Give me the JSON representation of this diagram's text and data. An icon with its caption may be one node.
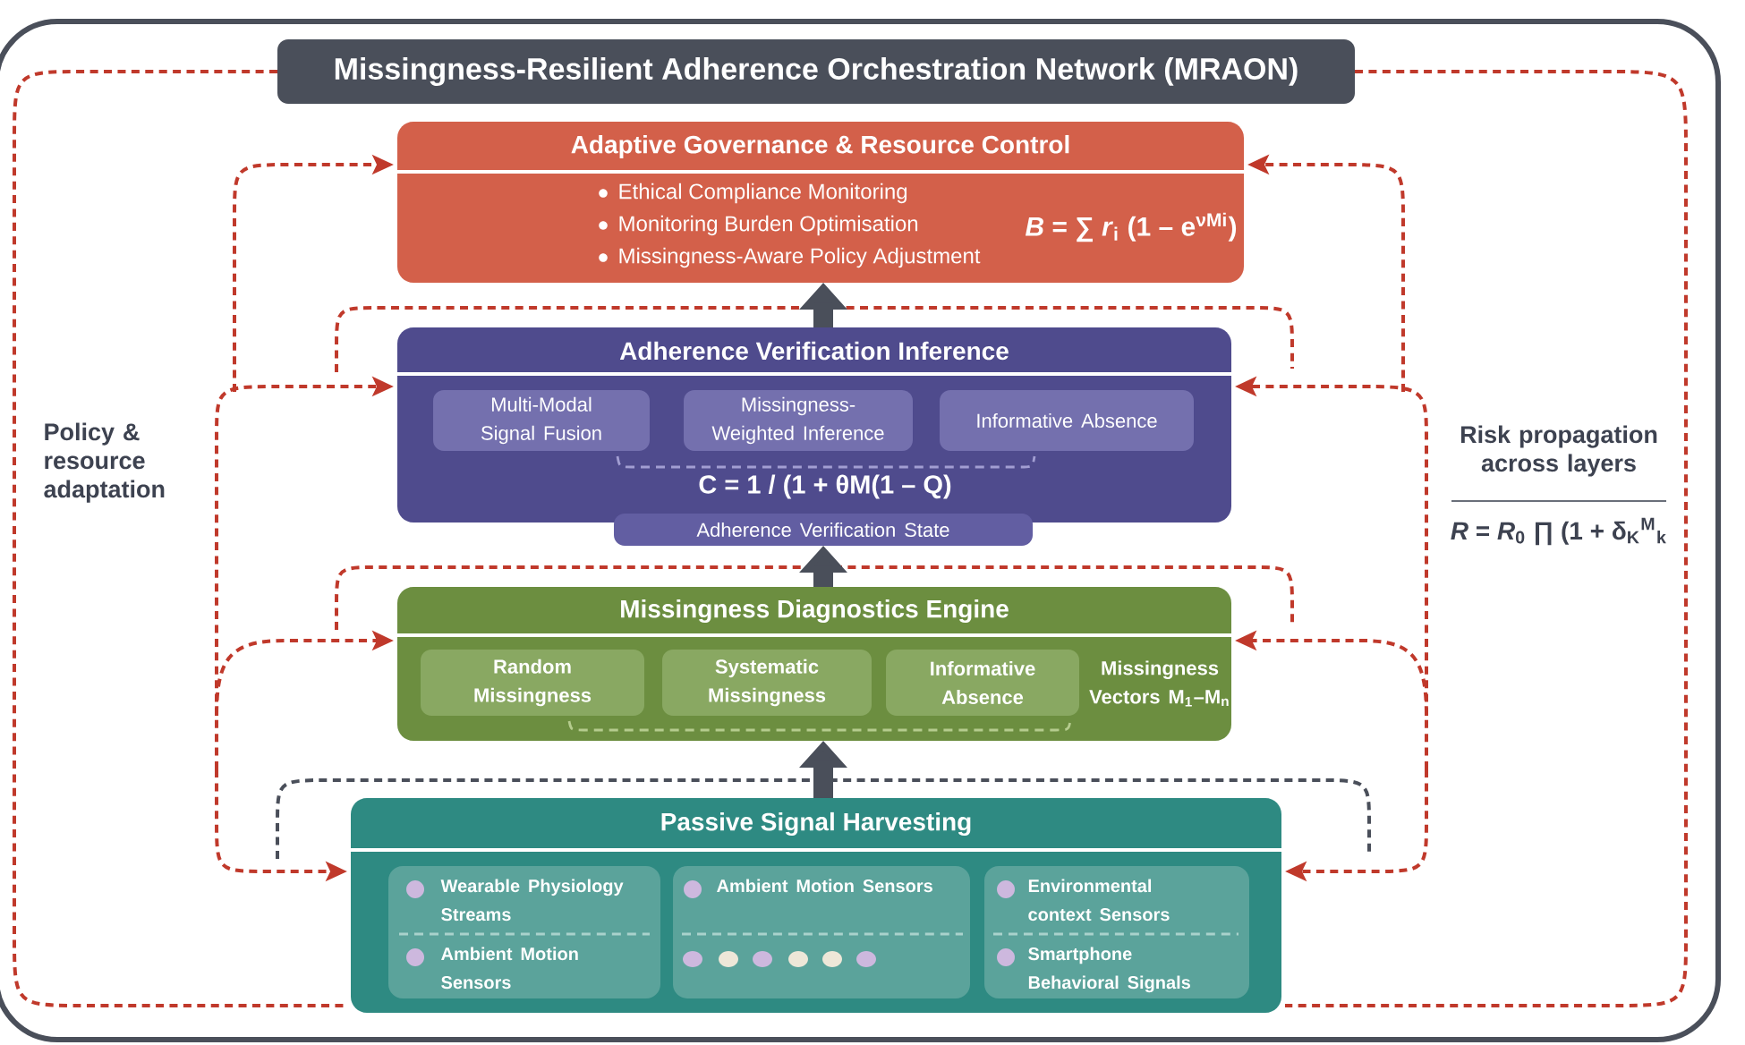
{
  "diagram": {
    "nodes": [
      {
        "text": [
          "Missingness-Resilient Adherence Orchestration Network (MRAON)"
        ]
      },
      {
        "text": [
          "Adaptive Governance & Resource Control",
          "Ethical Compliance Monitoring",
          "Monitoring Burden Optimisation",
          "Missingness-Aware Policy Adjustment",
          "*B* = ∑ *r*$_{i}$ (1 – e$^{νMi}$)"
        ]
      },
      {
        "text": [
          "Adherence Verification Inference",
          "C = 1 / (1 + θM(1 – Q)"
        ]
      },
      {
        "text": [
          "Multi-Modal Signal Fusion"
        ],
        "in": 2
      },
      {
        "text": [
          "Missingness-Weighted Inference"
        ],
        "in": 2
      },
      {
        "text": [
          "Informative Absence"
        ],
        "in": 2
      },
      {
        "text": [
          "Adherence Verification State"
        ]
      },
      {
        "text": [
          "Missingness Diagnostics Engine",
          "Missingness Vectors M$_{1}$–M$_{n}$"
        ]
      },
      {
        "text": [
          "Random Missingness"
        ],
        "in": 7
      },
      {
        "text": [
          "Systematic Missingness"
        ],
        "in": 7
      },
      {
        "text": [
          "Informative Absence"
        ],
        "in": 7
      },
      {
        "text": [
          "Passive Signal Harvesting"
        ]
      },
      {
        "text": [
          "Wearable Physiology Streams",
          "Ambient Motion Sensors"
        ],
        "in": 11
      },
      {
        "text": [
          "Ambient Motion Sensors"
        ],
        "in": 11
      },
      {
        "text": [
          "Environmental context Sensors",
          "Smartphone Behavioral Signals"
        ],
        "in": 11
      }
    ],
    "edges": [
      {
        "from": 0,
        "to": 11,
        "arrow": "none",
        "style": "dashed"
      },
      {
        "from": 0,
        "to": 11,
        "arrow": "none",
        "style": "dashed",
        "label": "Risk propagation across layers"
      },
      {
        "from": null,
        "to": 1,
        "arrow": "to",
        "style": "dashed"
      },
      {
        "from": null,
        "to": 2,
        "arrow": "to",
        "style": "dashed"
      },
      {
        "from": null,
        "to": 7,
        "arrow": "to",
        "style": "dashed"
      },
      {
        "from": null,
        "to": 11,
        "arrow": "to",
        "style": "dashed"
      },
      {
        "from": null,
        "to": 1,
        "arrow": "to",
        "style": "dashed"
      },
      {
        "from": null,
        "to": 2,
        "arrow": "to",
        "style": "dashed"
      },
      {
        "from": null,
        "to": 7,
        "arrow": "to",
        "style": "dashed"
      },
      {
        "from": null,
        "to": 11,
        "arrow": "to",
        "style": "dashed"
      },
      {
        "from": 11,
        "to": 7,
        "arrow": "to",
        "style": "thick",
        "color": "#4a4f5a"
      },
      {
        "from": 7,
        "to": 6,
        "arrow": "to",
        "style": "thick",
        "color": "#4a4f5a"
      },
      {
        "from": 2,
        "to": 1,
        "arrow": "to",
        "style": "thick",
        "color": "#4a4f5a"
      }
    ],
    "labels": [
      "Policy & resource adaptation",
      "*R* = *R*$_{0}$ ∏ (1 + δ$_{K}$$^{M}$$_{k}$"
    ]
  }
}
